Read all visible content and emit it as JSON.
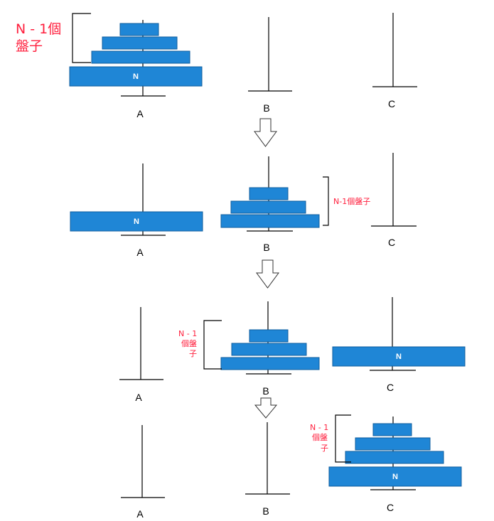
{
  "disk_label": "N",
  "pegs": {
    "s1": {
      "a": "A",
      "b": "B",
      "c": "C"
    },
    "s2": {
      "a": "A",
      "b": "B",
      "c": "C"
    },
    "s3": {
      "a": "A",
      "b": "B",
      "c": "C"
    },
    "s4": {
      "a": "A",
      "b": "B",
      "c": "C"
    }
  },
  "notes": {
    "s1_line1": "N - 1個",
    "s1_line2": "盤子",
    "s2": "N-1個盤子",
    "s3_line1": "N - 1",
    "s3_line2": "個盤",
    "s3_line3": "子",
    "s4_line1": "N - 1",
    "s4_line2": "個盤",
    "s4_line3": "子"
  },
  "colors": {
    "disk_fill": "#1f86d6",
    "disk_stroke": "#0f5d9e",
    "note_text": "#ff1f3d",
    "line": "#000000"
  }
}
